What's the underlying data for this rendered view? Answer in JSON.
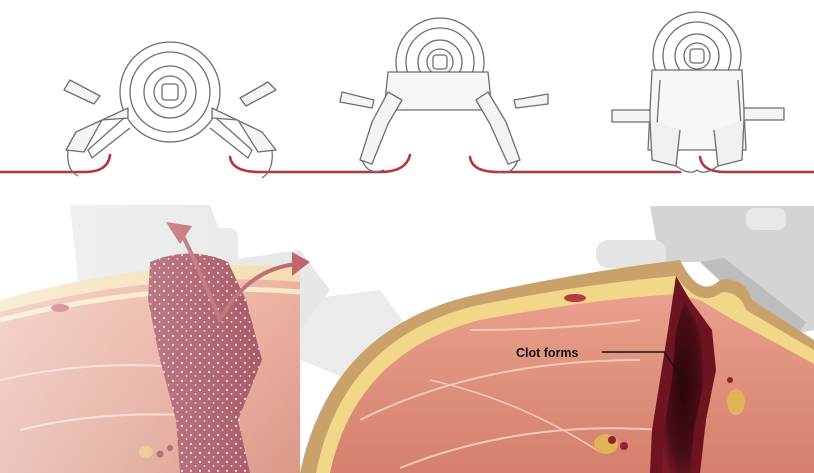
{
  "figure": {
    "top_row": {
      "device_states": [
        "open",
        "closing",
        "closed"
      ]
    },
    "bottom_row": {
      "left_panel_arrows": [
        "bleeding-flow-up-left",
        "bleeding-flow-right"
      ],
      "right_panel_callout": "Clot forms"
    },
    "colors": {
      "skin_line": "#b8323c",
      "device_outline": "#6e6e6e",
      "muscle": "#d98a78",
      "fat": "#f4d88a",
      "blood": "#8e2432",
      "clot": "#3d0a12",
      "arrow": "#b1424c"
    }
  }
}
